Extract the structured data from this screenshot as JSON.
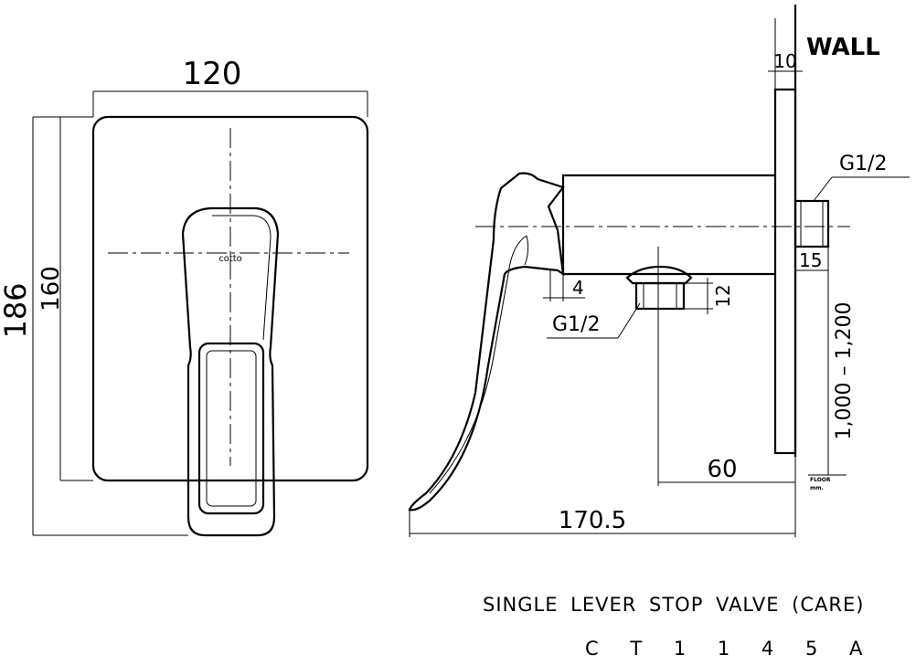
{
  "drawing": {
    "brand_mark": "cotto",
    "dimensions": {
      "plate_width": "120",
      "plate_total_height": "186",
      "plate_height": "160",
      "wall_thickness": "10",
      "outlet_length": "15",
      "inlet_offset": "4",
      "inlet_height": "12",
      "depth_to_inlet": "60",
      "total_depth": "170.5",
      "mounting_height": "1,000 – 1,200"
    },
    "labels": {
      "wall": "WALL",
      "thread_outlet": "G1/2",
      "thread_inlet": "G1/2",
      "floor": "FLOOR",
      "floor_unit": "mm."
    }
  },
  "title": "SINGLE LEVER STOP VALVE (CARE)",
  "model": "C T 1 1 4 5 A"
}
